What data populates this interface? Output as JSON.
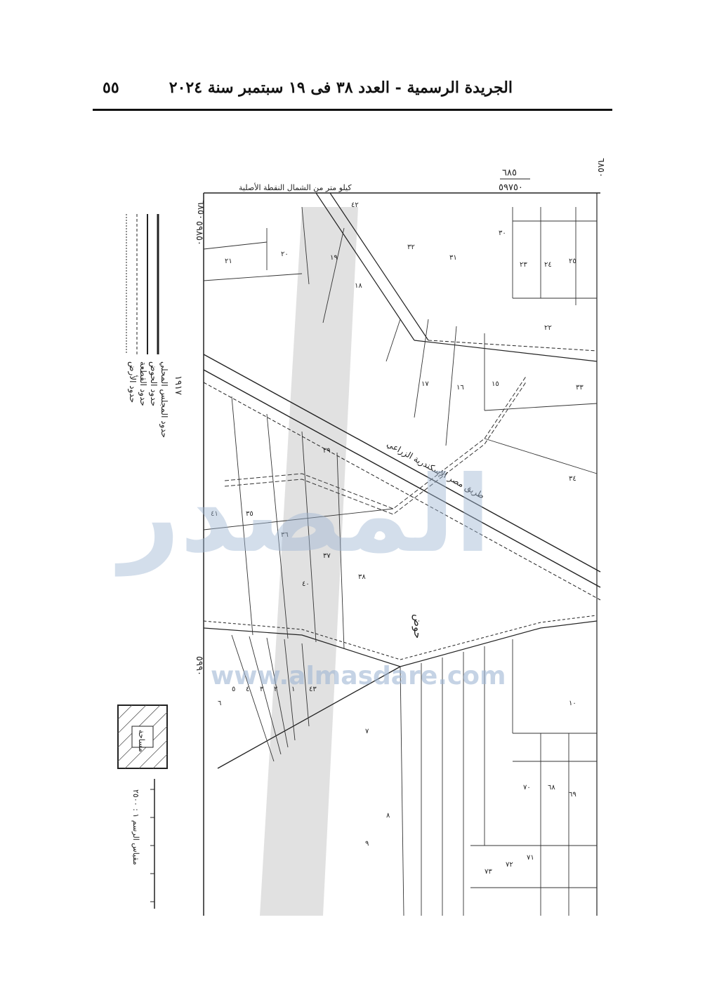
{
  "header": {
    "title": "الجريدة الرسمية - العدد ٣٨ فى ١٩ سبتمبر سنة ٢٠٢٤",
    "page_number": "٥٥"
  },
  "map": {
    "top_left_coord": "٦٨٥٠",
    "top_center_coord_upper": "٦٨٥",
    "top_center_coord_lower": "٥٩٧٥٠",
    "top_right_coord": "٦٨٥٠",
    "left_coord_1": "٥٩٨٥٠",
    "left_coord_2": "٥٩٩٠",
    "top_edge_text": "كيلو متر من الشمال النقطة الأصلية",
    "main_road_label": "طريق مصر الإسكندرية الزراعي",
    "basin_label": "حوض",
    "legend_items": [
      "حدود المجلس المحلي",
      "حدود الحوض",
      "حدود القطعة",
      "حدود الأرض"
    ],
    "year_label": "١٩١٧",
    "scale_label": "مقياس الرسم ١ : ٢٥٠٠",
    "stamp_label": "مساحة",
    "watermark_text": "المصدر",
    "watermark_url": "www.almasdare.com"
  },
  "parcel_numbers": [
    "٢١",
    "٢٠",
    "١٩",
    "١٨",
    "١٧",
    "١٦",
    "١٥",
    "٢٥",
    "٢٤",
    "٢٣",
    "٢٢",
    "٣٠",
    "٣١",
    "٣٢",
    "٣٣",
    "٣٤",
    "٣٥",
    "٣٦",
    "٣٧",
    "٣٨",
    "٣٩",
    "٤٠",
    "٤١",
    "٤٢",
    "٤٣",
    "١",
    "٢",
    "٣",
    "٤",
    "٥",
    "٦",
    "٧",
    "٨",
    "٩",
    "١٠",
    "٦٨",
    "٦٩",
    "٧٠",
    "٧١",
    "٧٢",
    "٧٣"
  ],
  "colors": {
    "ink": "#222222",
    "watermark": "#9fb7d4",
    "gray_band": "#c9c9c9"
  }
}
